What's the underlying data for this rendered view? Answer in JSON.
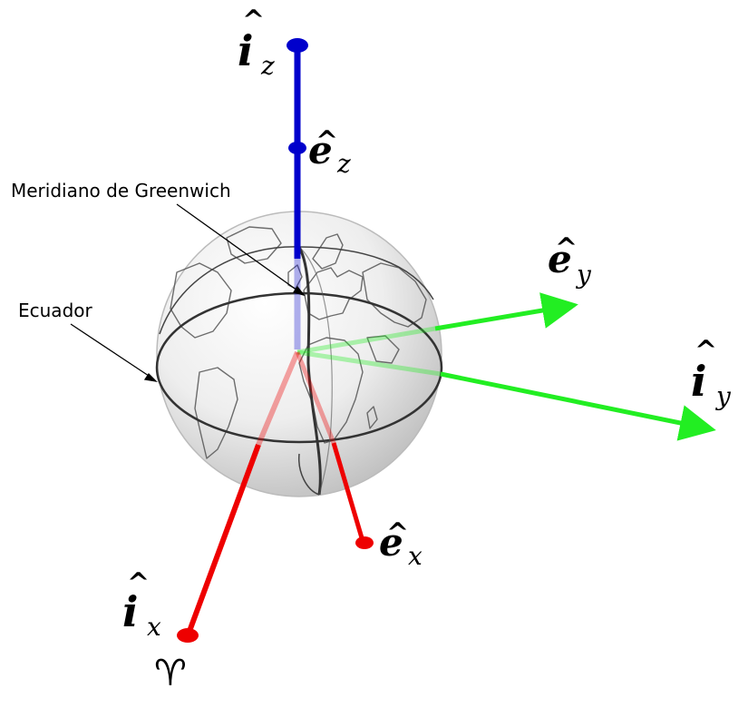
{
  "annotations": {
    "greenwich": "Meridiano de Greenwich",
    "equator": "Ecuador"
  },
  "axes": {
    "iz": {
      "base": "i",
      "sub": "z",
      "hat": "^"
    },
    "ez": {
      "base": "e",
      "sub": "z",
      "hat": "^"
    },
    "ey": {
      "base": "e",
      "sub": "y",
      "hat": "^"
    },
    "iy": {
      "base": "i",
      "sub": "y",
      "hat": "^"
    },
    "ex": {
      "base": "e",
      "sub": "x",
      "hat": "^"
    },
    "ix": {
      "base": "i",
      "sub": "x",
      "hat": "^"
    }
  },
  "symbols": {
    "aries": "♈"
  },
  "colors": {
    "x_axis": "#ee0000",
    "y_axis": "#22ee22",
    "z_axis": "#0000cc",
    "globe_outline": "#333333",
    "continents": "#555555"
  }
}
